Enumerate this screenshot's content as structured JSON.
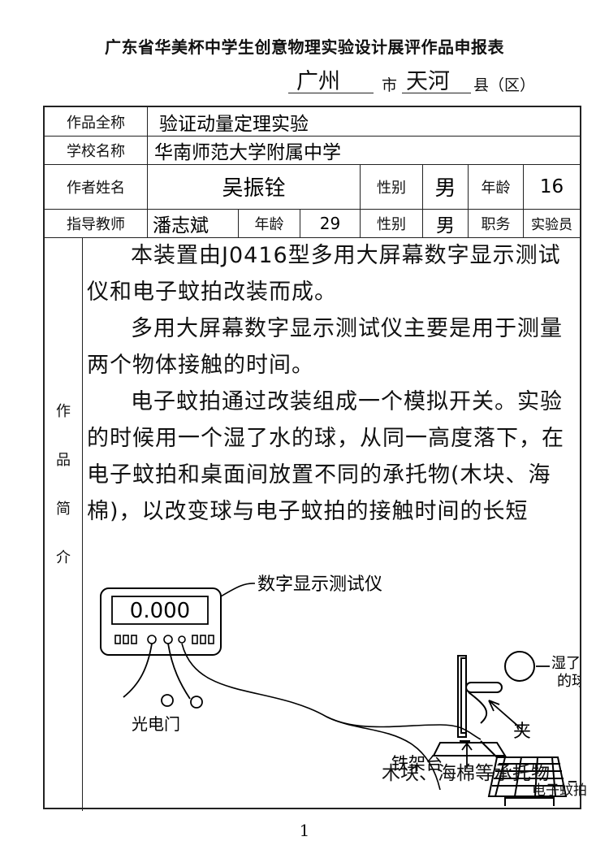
{
  "header": {
    "title": "广东省华美杯中学生创意物理实验设计展评作品申报表"
  },
  "region": {
    "city": "广州",
    "city_suffix": "市",
    "county": "天河",
    "county_suffix": "县（区）"
  },
  "form": {
    "work_name_label": "作品全称",
    "work_name": "验证动量定理实验",
    "school_label": "学校名称",
    "school": "华南师范大学附属中学",
    "author_label": "作者姓名",
    "author": "吴振铨",
    "gender_label": "性别",
    "author_gender": "男",
    "age_label": "年龄",
    "author_age": "16",
    "teacher_label": "指导教师",
    "teacher": "潘志斌",
    "teacher_age_label": "年龄",
    "teacher_age": "29",
    "teacher_gender_label": "性别",
    "teacher_gender": "男",
    "title_label": "职务",
    "teacher_title": "实验员",
    "intro_label_chars": [
      "作",
      "品",
      "简",
      "介"
    ],
    "intro_paragraphs": [
      "本装置由J0416型多用大屏幕数字显示测试仪和电子蚊拍改装而成。",
      "多用大屏幕数字显示测试仪主要是用于测量两个物体接触的时间。",
      "电子蚊拍通过改装组成一个模拟开关。实验的时候用一个湿了水的球，从同一高度落下，在电子蚊拍和桌面间放置不同的承托物(木块、海棉)，以改变球与电子蚊拍的接触时间的长短"
    ]
  },
  "diagram": {
    "display_label": "数字显示测试仪",
    "display_readout": "0.000",
    "wet_ball_label_line1": "湿了水",
    "wet_ball_label_line2": "的球",
    "clamp_label": "夹",
    "stand_label": "铁架台",
    "photogate_label": "光电门",
    "swatter_label": "电子蚊拍",
    "support_label": "木块、海棉等承托物"
  },
  "footer": {
    "page_number": "1"
  }
}
